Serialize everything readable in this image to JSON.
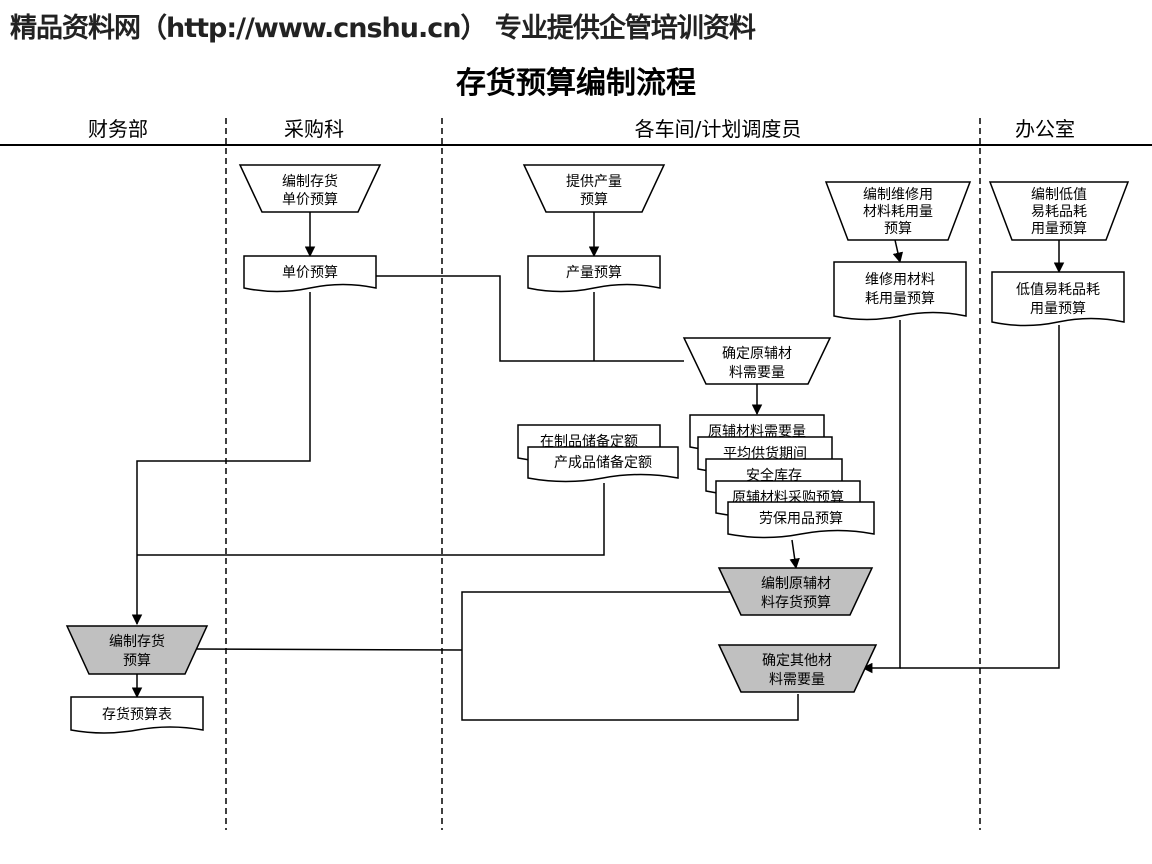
{
  "header": {
    "banner": "精品资料网（http://www.cnshu.cn） 专业提供企管培训资料",
    "title": "存货预算编制流程"
  },
  "lanes": [
    "财务部",
    "采购科",
    "各车间/计划调度员",
    "办公室"
  ],
  "nodes": {
    "compile_unit_price": [
      "编制存货",
      "单价预算"
    ],
    "unit_price_budget": [
      "单价预算"
    ],
    "provide_output": [
      "提供产量",
      "预算"
    ],
    "output_budget": [
      "产量预算"
    ],
    "compile_maint": [
      "编制维修用",
      "材料耗用量",
      "预算"
    ],
    "maint_budget": [
      "维修用材料",
      "耗用量预算"
    ],
    "compile_low_value": [
      "编制低值",
      "易耗品耗",
      "用量预算"
    ],
    "low_value_budget": [
      "低值易耗品耗",
      "用量预算"
    ],
    "determine_raw": [
      "确定原辅材",
      "料需要量"
    ],
    "wip_quota": [
      "在制品储备定额"
    ],
    "finished_quota": [
      "产成品储备定额"
    ],
    "stack": [
      "原辅材料需要量",
      "平均供货期间",
      "安全库存",
      "原辅材料采购预算",
      "劳保用品预算"
    ],
    "compile_raw_inventory": [
      "编制原辅材",
      "料存货预算"
    ],
    "determine_other": [
      "确定其他材",
      "料需要量"
    ],
    "compile_inventory": [
      "编制存货",
      "预算"
    ],
    "inventory_table": [
      "存货预算表"
    ]
  },
  "colors": {
    "shaded_fill": "#c0c0c0",
    "line": "#000000"
  }
}
